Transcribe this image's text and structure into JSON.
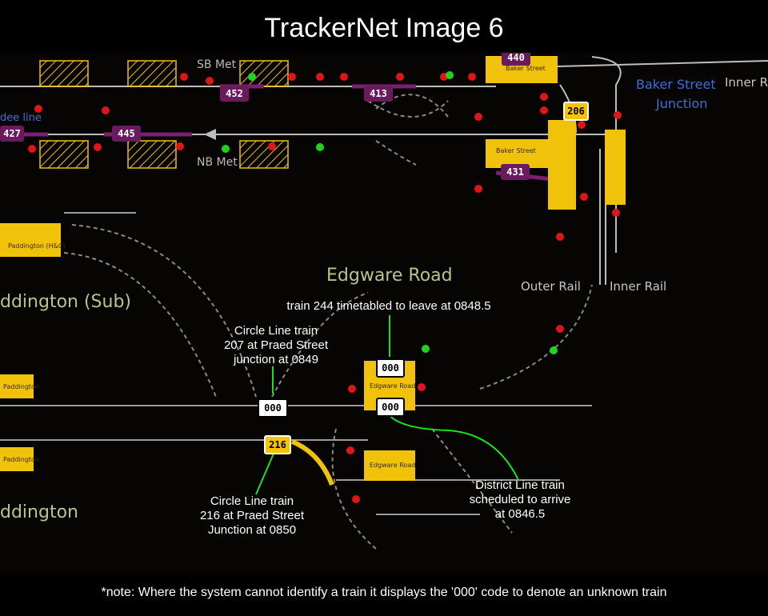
{
  "title": "TrackerNet Image 6",
  "note": "*note: Where the system cannot identify a train it displays the '000' code to denote an unknown train",
  "map": {
    "stations": {
      "edgware_road": "Edgware Road",
      "paddington_sub": "ddington (Sub)",
      "paddington": "ddington",
      "baker_street_junction_line1": "Baker Street",
      "baker_street_junction_line2": "Junction",
      "inner_rail_top": "Inner Rai",
      "sb_met": "SB Met",
      "nb_met": "NB Met",
      "outer_rail": "Outer Rail",
      "inner_rail": "Inner Rail",
      "dee_line": "dee line"
    },
    "platforms": {
      "baker_street_a": "Baker Street",
      "baker_street_b": "Baker Street",
      "edgware_road_a": "Edgware Road",
      "edgware_road_b": "Edgware Road",
      "paddington_a": "Paddington (H&C)",
      "paddington_b": "Paddington",
      "paddington_c": "Paddington"
    },
    "trains": {
      "t440": "440",
      "t452": "452",
      "t413": "413",
      "t427": "427",
      "t445": "445",
      "t431": "431",
      "t206": "206",
      "t216": "216",
      "t000_praed": "000",
      "t000_edgware_top": "000",
      "t000_edgware_bottom": "000"
    }
  },
  "callouts": {
    "train_244": "train 244 timetabled to leave at 0848.5",
    "circle_207": "Circle Line train\n207 at Praed Street\njunction at 0849",
    "circle_216": "Circle Line train\n216 at Praed Street\nJunction at 0850",
    "district": "District Line train\nscheduled to arrive\nat 0846.5"
  },
  "colors": {
    "callout_line": "#18e318",
    "signal_red": "#e01515",
    "signal_green": "#1fd41f",
    "platform_yellow": "#f1c20a",
    "train_purple": "#6a1b5e"
  }
}
